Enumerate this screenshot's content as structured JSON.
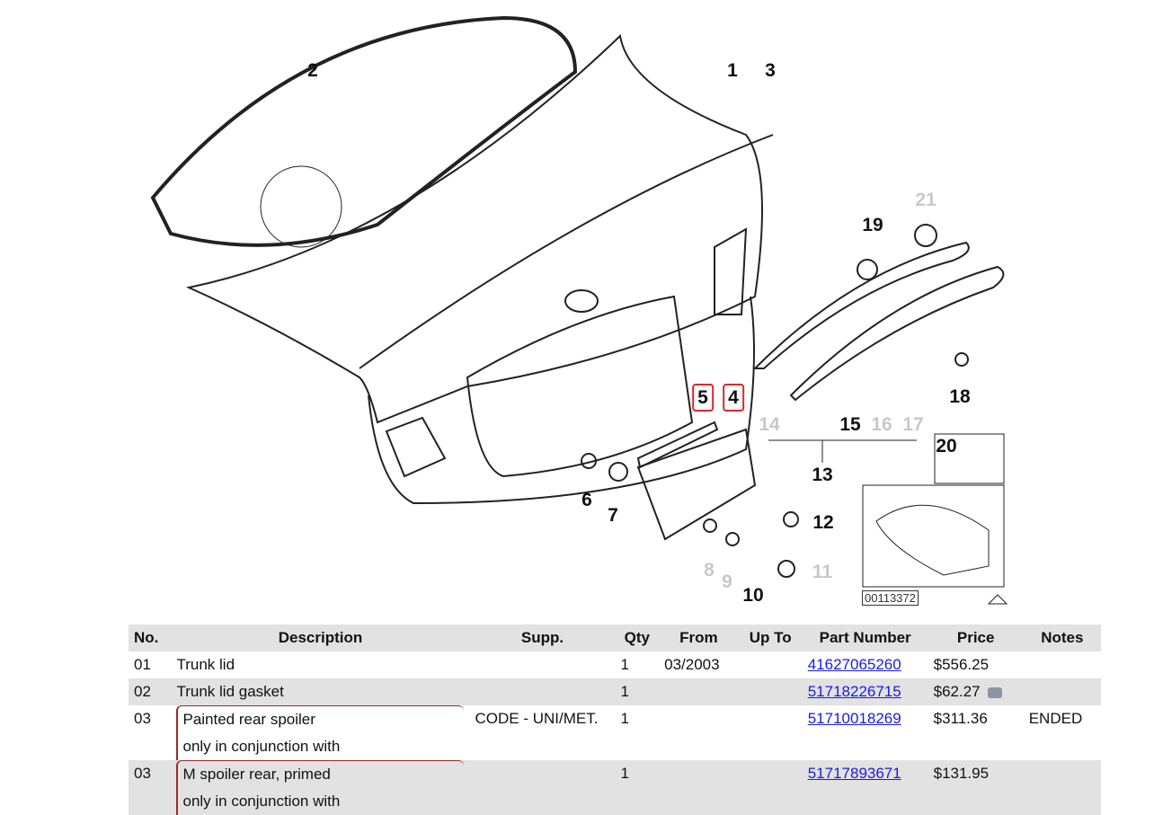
{
  "diagram": {
    "callouts": [
      "1",
      "2",
      "3",
      "4",
      "5",
      "6",
      "7",
      "8",
      "9",
      "10",
      "11",
      "12",
      "13",
      "14",
      "15",
      "16",
      "17",
      "18",
      "19",
      "20",
      "21"
    ],
    "code": "00113372"
  },
  "table": {
    "headers": [
      "No.",
      "Description",
      "Supp.",
      "Qty",
      "From",
      "Up To",
      "Part Number",
      "Price",
      "Notes"
    ],
    "rows": [
      {
        "no": "01",
        "desc": "Trunk lid",
        "desc2": "",
        "supp": "",
        "qty": "1",
        "from": "03/2003",
        "upto": "",
        "part": "41627065260",
        "price": "$556.25",
        "notes": ""
      },
      {
        "no": "02",
        "desc": "Trunk lid gasket",
        "desc2": "",
        "supp": "",
        "qty": "1",
        "from": "",
        "upto": "",
        "part": "51718226715",
        "price": "$62.27",
        "notes": ""
      },
      {
        "no": "03",
        "desc": "Painted rear spoiler",
        "desc2": "only in conjunction with",
        "supp": "CODE - UNI/MET.",
        "qty": "1",
        "from": "",
        "upto": "",
        "part": "51710018269",
        "price": "$311.36",
        "notes": "ENDED"
      },
      {
        "no": "03",
        "desc": "M spoiler rear, primed",
        "desc2": "only in conjunction with",
        "supp": "",
        "qty": "1",
        "from": "",
        "upto": "",
        "part": "51717893671",
        "price": "$131.95",
        "notes": ""
      }
    ]
  }
}
